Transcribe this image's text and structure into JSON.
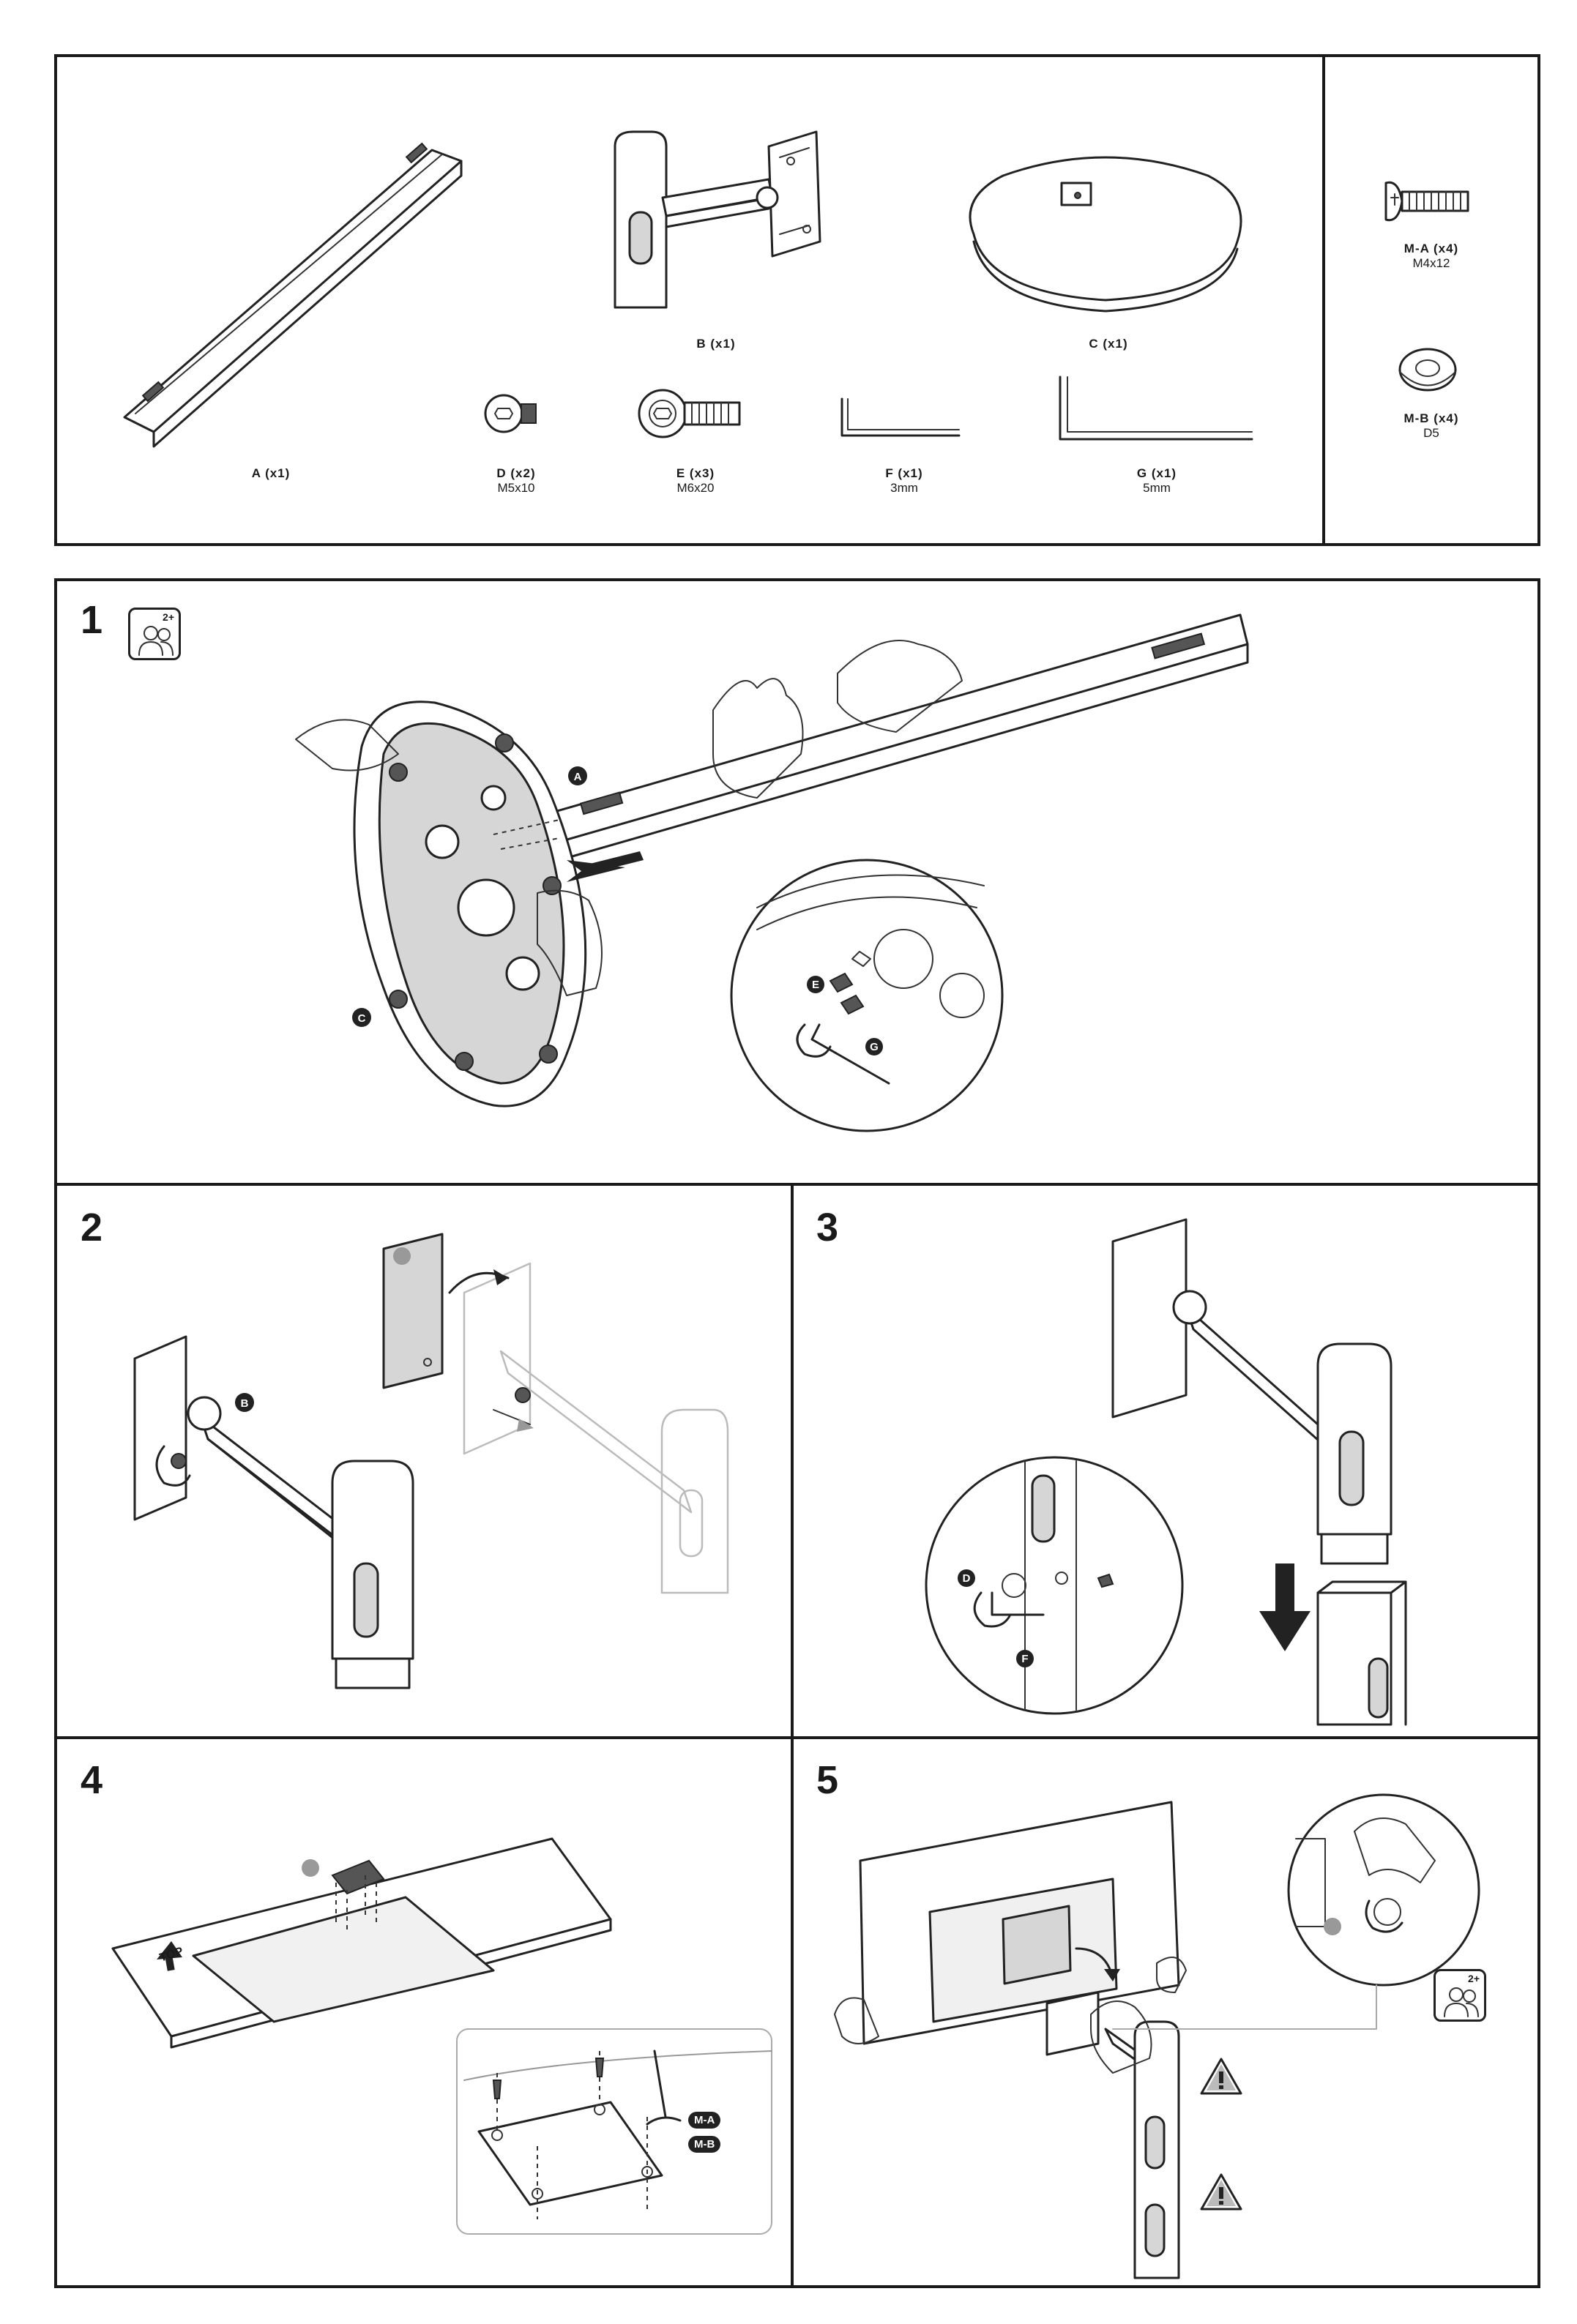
{
  "parts": [
    {
      "name": "A (x1)",
      "spec": ""
    },
    {
      "name": "B (x1)",
      "spec": ""
    },
    {
      "name": "C (x1)",
      "spec": ""
    },
    {
      "name": "D (x2)",
      "spec": "M5x10"
    },
    {
      "name": "E (x3)",
      "spec": "M6x20"
    },
    {
      "name": "F (x1)",
      "spec": "3mm"
    },
    {
      "name": "G (x1)",
      "spec": "5mm"
    }
  ],
  "hardware": [
    {
      "name": "M-A (x4)",
      "spec": "M4x12"
    },
    {
      "name": "M-B (x4)",
      "spec": "D5"
    }
  ],
  "steps": [
    {
      "number": "1",
      "people_count": "2+",
      "callouts": [
        "A",
        "C",
        "E",
        "G"
      ]
    },
    {
      "number": "2",
      "callouts": [
        "B"
      ]
    },
    {
      "number": "3",
      "callouts": [
        "D",
        "F"
      ]
    },
    {
      "number": "4",
      "orientation_label": "TOP",
      "callouts": [
        "M-A",
        "M-B"
      ]
    },
    {
      "number": "5",
      "people_count": "2+"
    }
  ]
}
